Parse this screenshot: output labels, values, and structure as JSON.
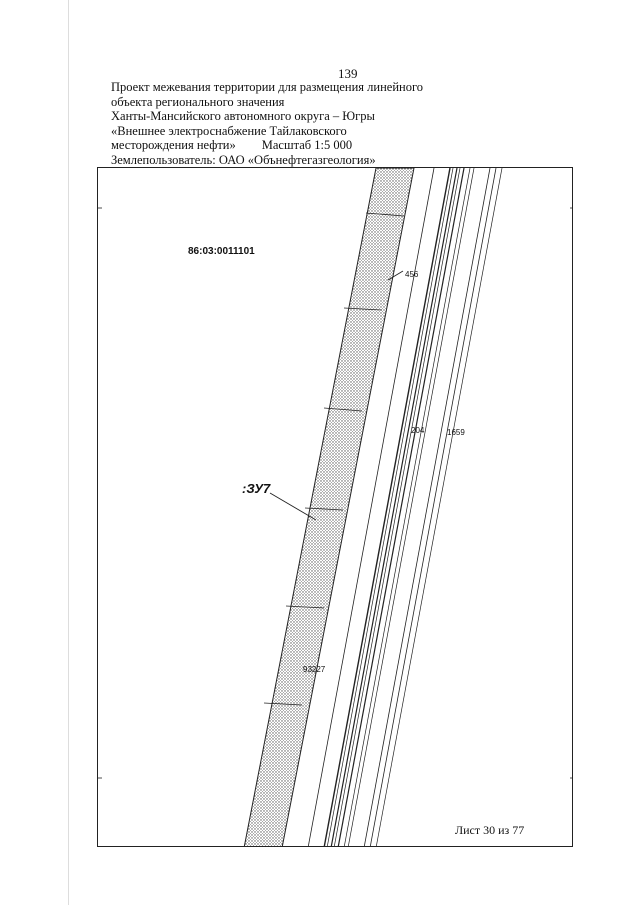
{
  "page_number": "139",
  "header": {
    "line1": "Проект межевания территории для размещения линейного",
    "line2": "объекта регионального значения",
    "line3": "Ханты-Мансийского автономного округа – Югры",
    "line4": "«Внешнее электроснабжение Тайлаковского",
    "line5": "месторождения нефти»",
    "scale": "Масштаб 1:5 000",
    "line6": "Землепользователь: ОАО «Обънефтегазгеология»"
  },
  "map": {
    "cadastral_block": "86:03:0011101",
    "plot_label": ":ЗУ7",
    "label_456": "456",
    "label_204": "204",
    "label_1659": "1659",
    "label_93227": "93227",
    "sheet": "Лист 30 из 77"
  }
}
